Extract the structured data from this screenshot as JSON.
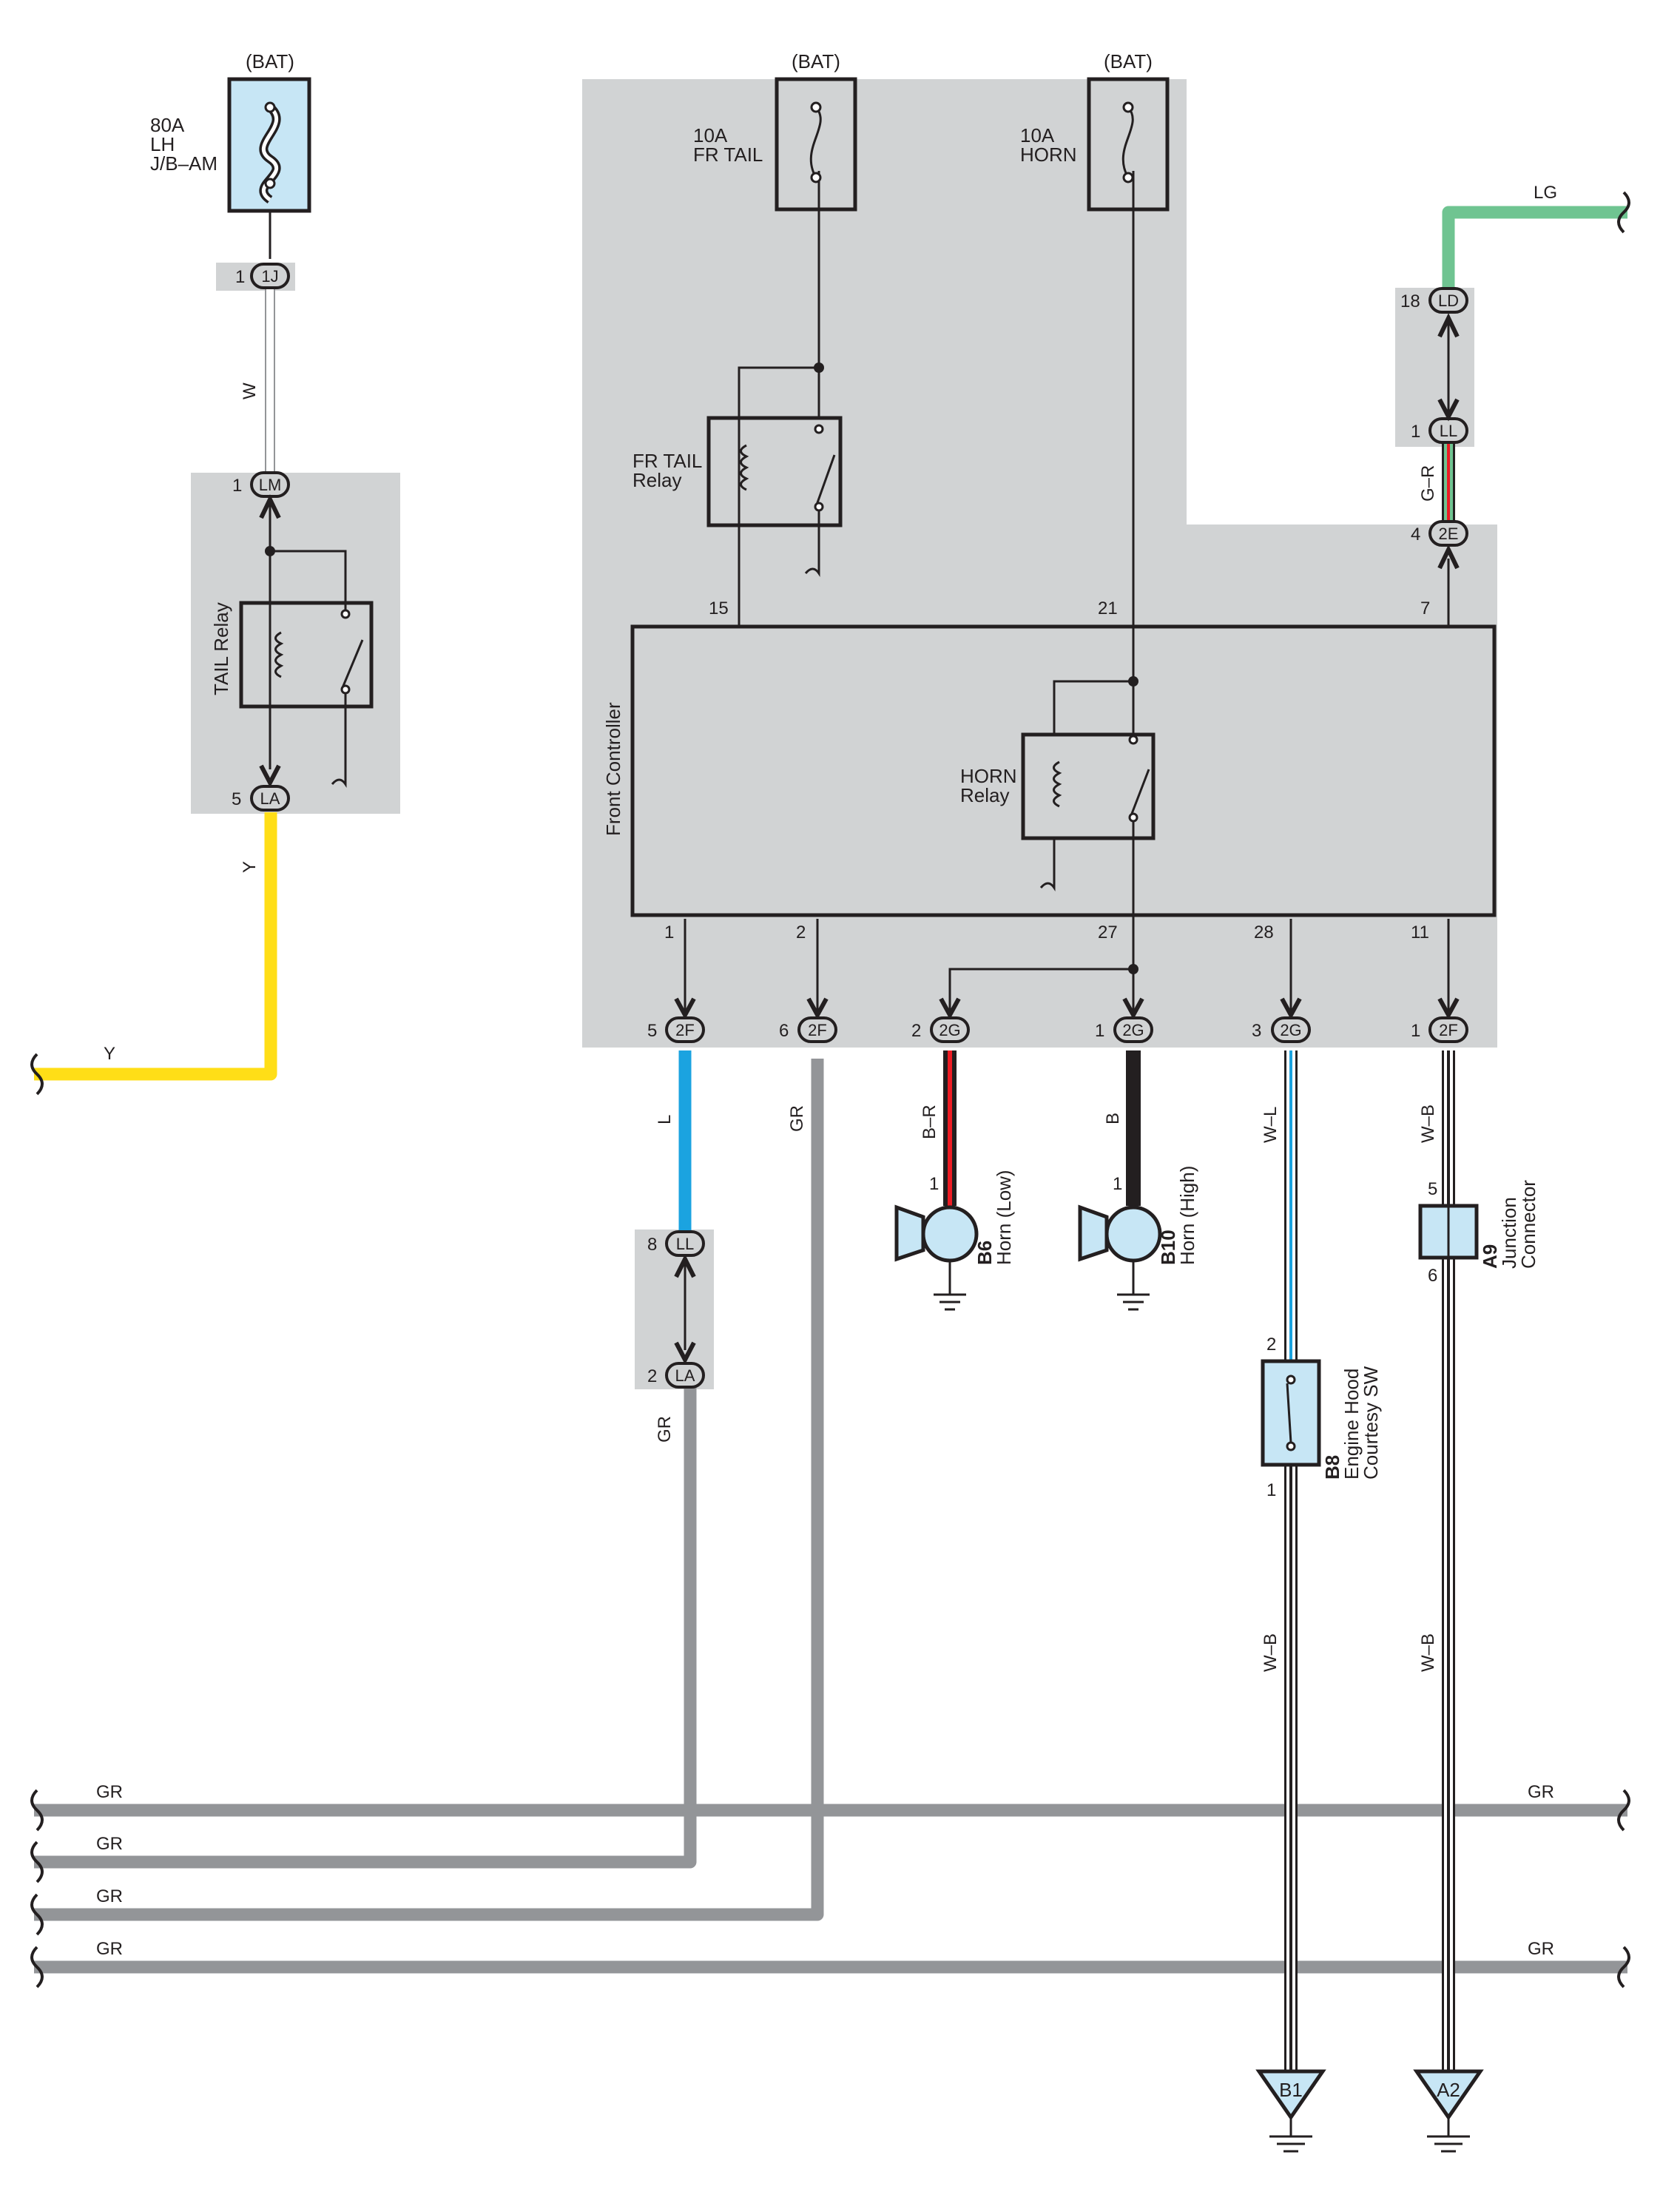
{
  "colors": {
    "panel_gray": "#d1d3d4",
    "component_fill": "#c7e6f5",
    "wire_gray": "#939598",
    "wire_yellow": "#ffde17",
    "wire_blue": "#1ba3e0",
    "wire_black": "#231f20",
    "wire_red": "#ed1c24",
    "wire_green": "#6fc491",
    "wire_white": "#ffffff"
  },
  "fuses": [
    {
      "id": "fuse-lh-jb-am",
      "source": "(BAT)",
      "lines": [
        "80A",
        "LH",
        "J/B–AM"
      ]
    },
    {
      "id": "fuse-fr-tail",
      "source": "(BAT)",
      "lines": [
        "10A",
        "FR TAIL"
      ]
    },
    {
      "id": "fuse-horn",
      "source": "(BAT)",
      "lines": [
        "10A",
        "HORN"
      ]
    }
  ],
  "relays": {
    "tail": "TAIL Relay",
    "fr_tail": [
      "FR TAIL",
      "Relay"
    ],
    "horn": [
      "HORN",
      "Relay"
    ]
  },
  "controller": {
    "label": "Front Controller",
    "top_pins": [
      "15",
      "21",
      "7"
    ],
    "bottom_pins": [
      "1",
      "2",
      "27",
      "28",
      "11"
    ]
  },
  "connectors": {
    "c_1j": {
      "pin": "1",
      "code": "1J"
    },
    "c_lm": {
      "pin": "1",
      "code": "LM"
    },
    "c_la_tail": {
      "pin": "5",
      "code": "LA"
    },
    "c_ld": {
      "pin": "18",
      "code": "LD"
    },
    "c_ll_top": {
      "pin": "1",
      "code": "LL"
    },
    "c_2e": {
      "pin": "4",
      "code": "2E"
    },
    "c_2f_a": {
      "pin": "5",
      "code": "2F"
    },
    "c_2f_b": {
      "pin": "6",
      "code": "2F"
    },
    "c_2g_a": {
      "pin": "2",
      "code": "2G"
    },
    "c_2g_b": {
      "pin": "1",
      "code": "2G"
    },
    "c_2g_c": {
      "pin": "3",
      "code": "2G"
    },
    "c_2f_c": {
      "pin": "1",
      "code": "2F"
    },
    "c_ll_mid": {
      "pin": "8",
      "code": "LL"
    },
    "c_la_mid": {
      "pin": "2",
      "code": "LA"
    }
  },
  "wire_labels": {
    "w": "W",
    "y_vert": "Y",
    "y_horiz": "Y",
    "lg": "LG",
    "g_r": "G–R",
    "l": "L",
    "gr_6": "GR",
    "b_r": "B–R",
    "b": "B",
    "w_l": "W–L",
    "w_b_top": "W–B",
    "gr_la": "GR",
    "w_b_sw": "W–B",
    "w_b_a2": "W–B",
    "gr_bus": [
      "GR",
      "GR",
      "GR",
      "GR"
    ],
    "gr_right": [
      "GR",
      "GR"
    ]
  },
  "components": {
    "b6": {
      "code": "B6",
      "name": "Horn (Low)",
      "pin": "1"
    },
    "b10": {
      "code": "B10",
      "name": "Horn (High)",
      "pin": "1"
    },
    "a9": {
      "code": "A9",
      "name_lines": [
        "Junction",
        "Connector"
      ],
      "pin_top": "5",
      "pin_bottom": "6"
    },
    "b8": {
      "code": "B8",
      "name_lines": [
        "Engine Hood",
        "Courtesy SW"
      ],
      "pin_top": "2",
      "pin_bottom": "1"
    }
  },
  "grounds": [
    "B1",
    "A2"
  ]
}
